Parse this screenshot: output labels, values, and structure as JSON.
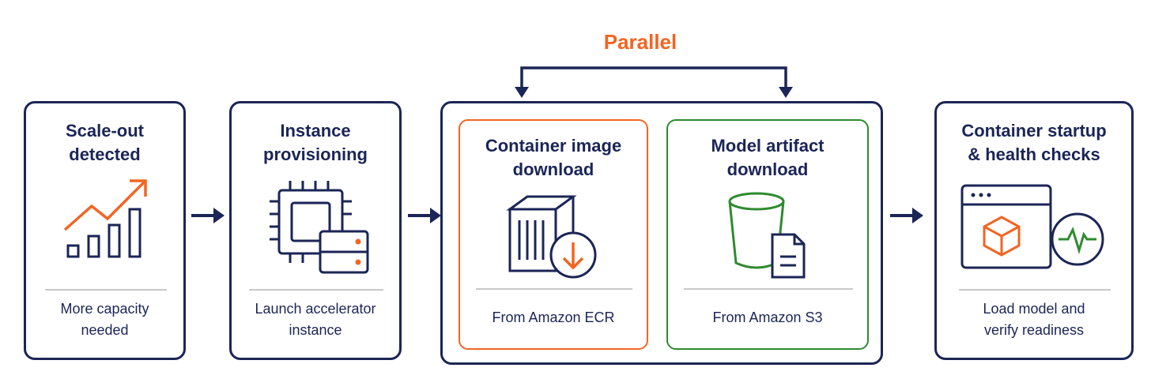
{
  "colors": {
    "navy": "#1b2556",
    "orange": "#f26522",
    "green": "#2e8b2e",
    "divider": "#c9c9c9"
  },
  "parallel_label": "Parallel",
  "steps": [
    {
      "title_lines": [
        "Scale-out",
        "detected"
      ],
      "caption_lines": [
        "More capacity",
        "needed"
      ],
      "icon": "growth-chart-icon"
    },
    {
      "title_lines": [
        "Instance",
        "provisioning"
      ],
      "caption_lines": [
        "Launch accelerator",
        "instance"
      ],
      "icon": "chip-server-icon"
    },
    {
      "title_lines": [
        "Container image",
        "download"
      ],
      "caption_lines": [
        "From Amazon ECR"
      ],
      "icon": "container-download-icon"
    },
    {
      "title_lines": [
        "Model artifact",
        "download"
      ],
      "caption_lines": [
        "From Amazon S3"
      ],
      "icon": "bucket-document-icon"
    },
    {
      "title_lines": [
        "Container startup",
        "& health checks"
      ],
      "caption_lines": [
        "Load model and",
        "verify readiness"
      ],
      "icon": "window-health-icon"
    }
  ]
}
